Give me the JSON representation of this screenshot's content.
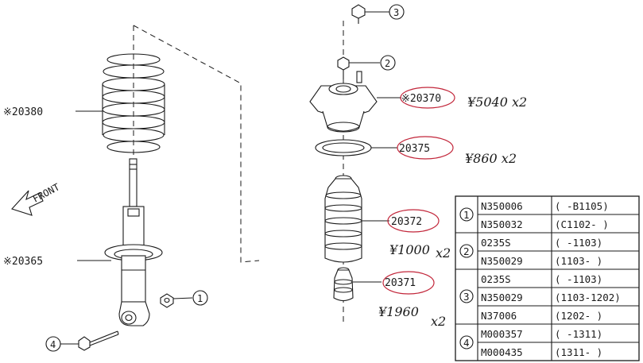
{
  "front_label": "FRONT",
  "left_parts": {
    "coil_spring": "※20380",
    "strut": "※20365"
  },
  "right_parts": {
    "mount": "※20370",
    "seat": "20375",
    "boot": "20372",
    "bumper": "20371"
  },
  "handwritten": {
    "mount_price": "¥5040 x2",
    "seat_price": "¥860 x2",
    "boot_price": "¥1000",
    "boot_qty": "x2",
    "bumper_price": "¥1960",
    "bumper_qty": "x2"
  },
  "callouts": {
    "c1": "1",
    "c2": "2",
    "c3": "3",
    "c4": "4"
  },
  "table": [
    {
      "ref": "1",
      "rows": [
        {
          "part": "N350006",
          "range": "( -B1105)"
        },
        {
          "part": "N350032",
          "range": "(C1102- )"
        }
      ]
    },
    {
      "ref": "2",
      "rows": [
        {
          "part": "0235S",
          "range": "( -1103)"
        },
        {
          "part": "N350029",
          "range": "(1103- )"
        }
      ]
    },
    {
      "ref": "3",
      "rows": [
        {
          "part": "0235S",
          "range": "( -1103)"
        },
        {
          "part": "N350029",
          "range": "(1103-1202)"
        },
        {
          "part": "N37006",
          "range": "(1202- )"
        }
      ]
    },
    {
      "ref": "4",
      "rows": [
        {
          "part": "M000357",
          "range": "( -1311)"
        },
        {
          "part": "M000435",
          "range": "(1311- )"
        }
      ]
    }
  ],
  "colors": {
    "ink": "#1a1a1a",
    "annotation_red": "#c2263a"
  }
}
